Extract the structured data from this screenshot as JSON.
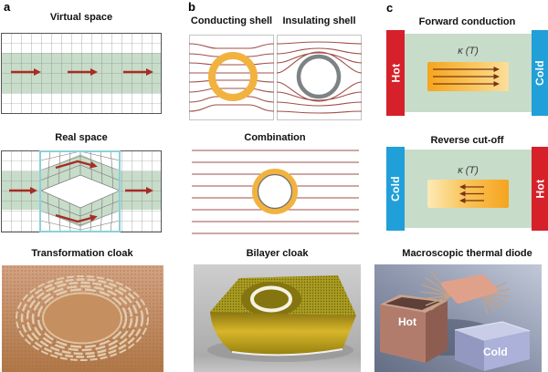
{
  "figure": {
    "panel_a": {
      "label": "a",
      "virtual_title": "Virtual space",
      "real_title": "Real space",
      "photo_caption": "Transformation cloak"
    },
    "panel_b": {
      "label": "b",
      "conducting_title": "Conducting shell",
      "insulating_title": "Insulating shell",
      "combination_title": "Combination",
      "photo_caption": "Bilayer cloak"
    },
    "panel_c": {
      "label": "c",
      "forward_title": "Forward conduction",
      "reverse_title": "Reverse cut-off",
      "photo_caption": "Macroscopic thermal diode",
      "kappa_label": "κ (T)",
      "hot_label": "Hot",
      "cold_label": "Cold"
    },
    "colors": {
      "band_green": "#c7dcc9",
      "arrow_red": "#a82c24",
      "field_line_red": "#a04f4a",
      "shell_gold": "#f2b240",
      "shell_gray": "#7d8284",
      "hot_red": "#d6202a",
      "cold_blue": "#219fd8",
      "cloak_border_blue": "#8ad0dc"
    }
  }
}
